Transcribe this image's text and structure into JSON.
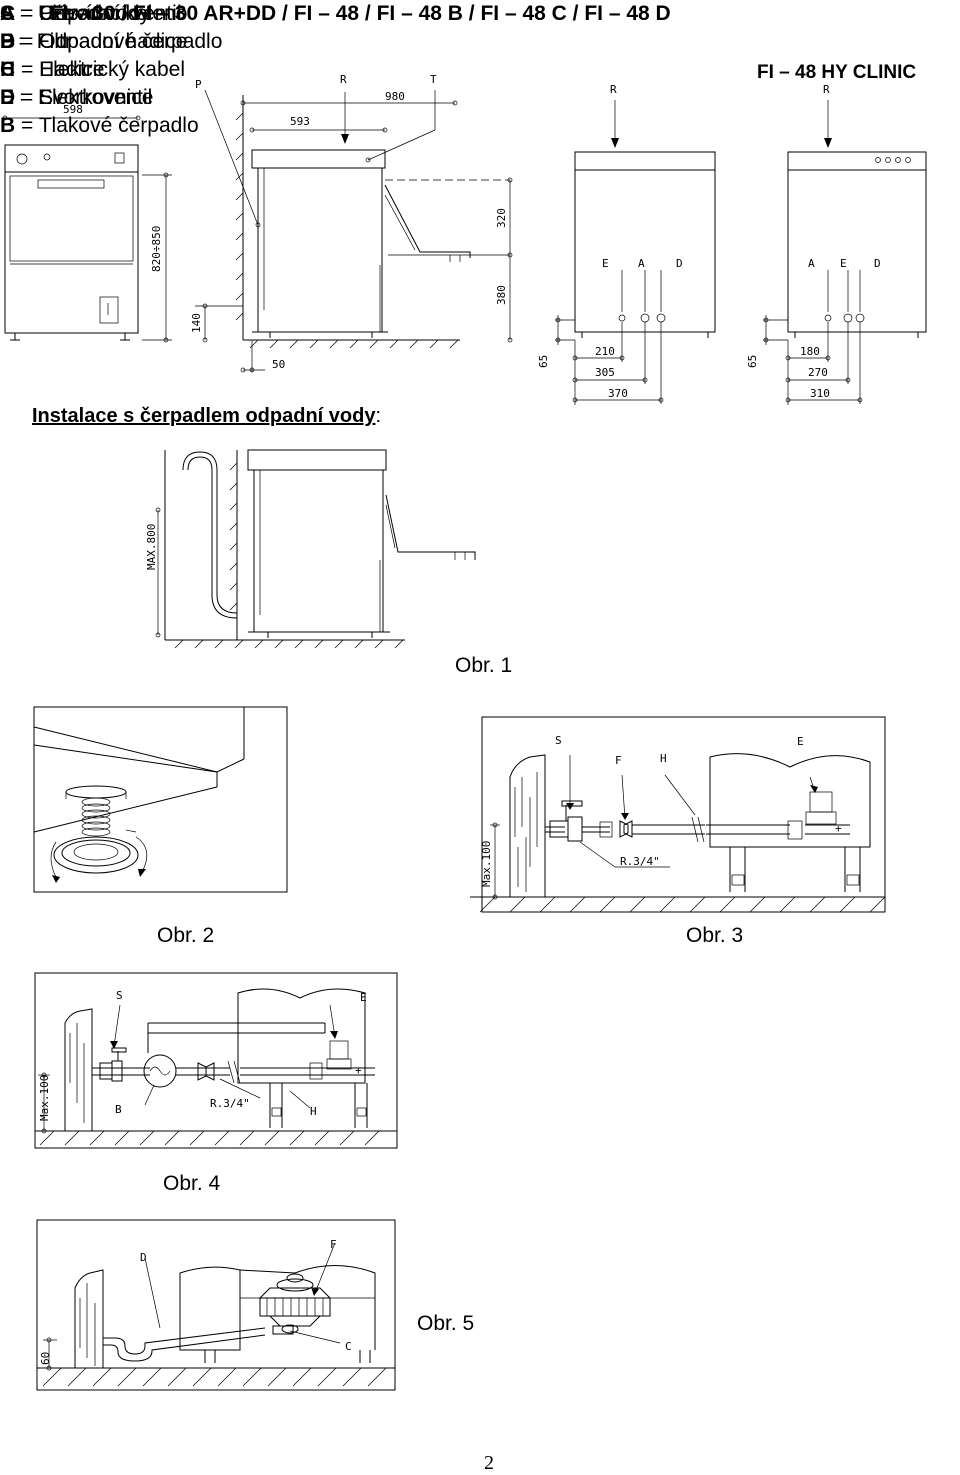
{
  "header": {
    "title": "FI – 30 / FI – 30 AR+DD / FI – 48 / FI – 48 B / FI – 48 C / FI – 48 D",
    "right_title": "FI – 48 HY CLINIC"
  },
  "fig1": {
    "dims": {
      "w598": "598",
      "p": "P",
      "r1": "R",
      "t": "T",
      "d980": "980",
      "d593": "593",
      "d320": "320",
      "d380": "380",
      "d820": "820÷850",
      "d140": "140",
      "d50": "50",
      "r2": "R",
      "r3": "R",
      "e1": "E",
      "a1": "A",
      "d1": "D",
      "a2": "A",
      "e2": "E",
      "d2": "D",
      "d65a": "65",
      "d210": "210",
      "d305": "305",
      "d370": "370",
      "d65b": "65",
      "d180": "180",
      "d270": "270",
      "d310": "310"
    }
  },
  "section_heading": {
    "bold": "Instalace s čerpadlem odpadní vody",
    "colon": ":"
  },
  "pump_fig": {
    "max800": "MAX.800"
  },
  "legend1": [
    {
      "key": "A",
      "text": " = Přívod vody"
    },
    {
      "key": "B",
      "text": " = Odpadní hadice"
    },
    {
      "key": "C",
      "text": " = Elektrický kabel"
    },
    {
      "key": "D",
      "text": " = Svorkovnice"
    }
  ],
  "captions": {
    "obr1": "Obr. 1",
    "obr2": "Obr. 2",
    "obr3": "Obr. 3",
    "obr4": "Obr. 4",
    "obr5": "Obr. 5"
  },
  "fig3": {
    "s": "S",
    "f": "F",
    "h": "H",
    "e": "E",
    "r34": "R.3/4\"",
    "max100": "Max.100"
  },
  "fig4": {
    "s": "S",
    "e": "E",
    "b": "B",
    "r34": "R.3/4\"",
    "h": "H",
    "max100": "Max.100"
  },
  "fig5": {
    "d": "D",
    "f": "F",
    "c": "C",
    "d60": "60"
  },
  "legend2": [
    {
      "key": "S",
      "text": " = Uzavírací ventil"
    },
    {
      "key": "F",
      "text": " = Filtr"
    },
    {
      "key": "H",
      "text": " = Hadice"
    },
    {
      "key": "E",
      "text": " = Elektroventil"
    },
    {
      "key": "B",
      "text": " = Tlakové čerpadlo"
    }
  ],
  "legend3": [
    {
      "key": "C",
      "text": " = Odpadní koleno"
    },
    {
      "key": "D",
      "text": " = Odpadové čerpadlo"
    }
  ],
  "page_number": "2"
}
